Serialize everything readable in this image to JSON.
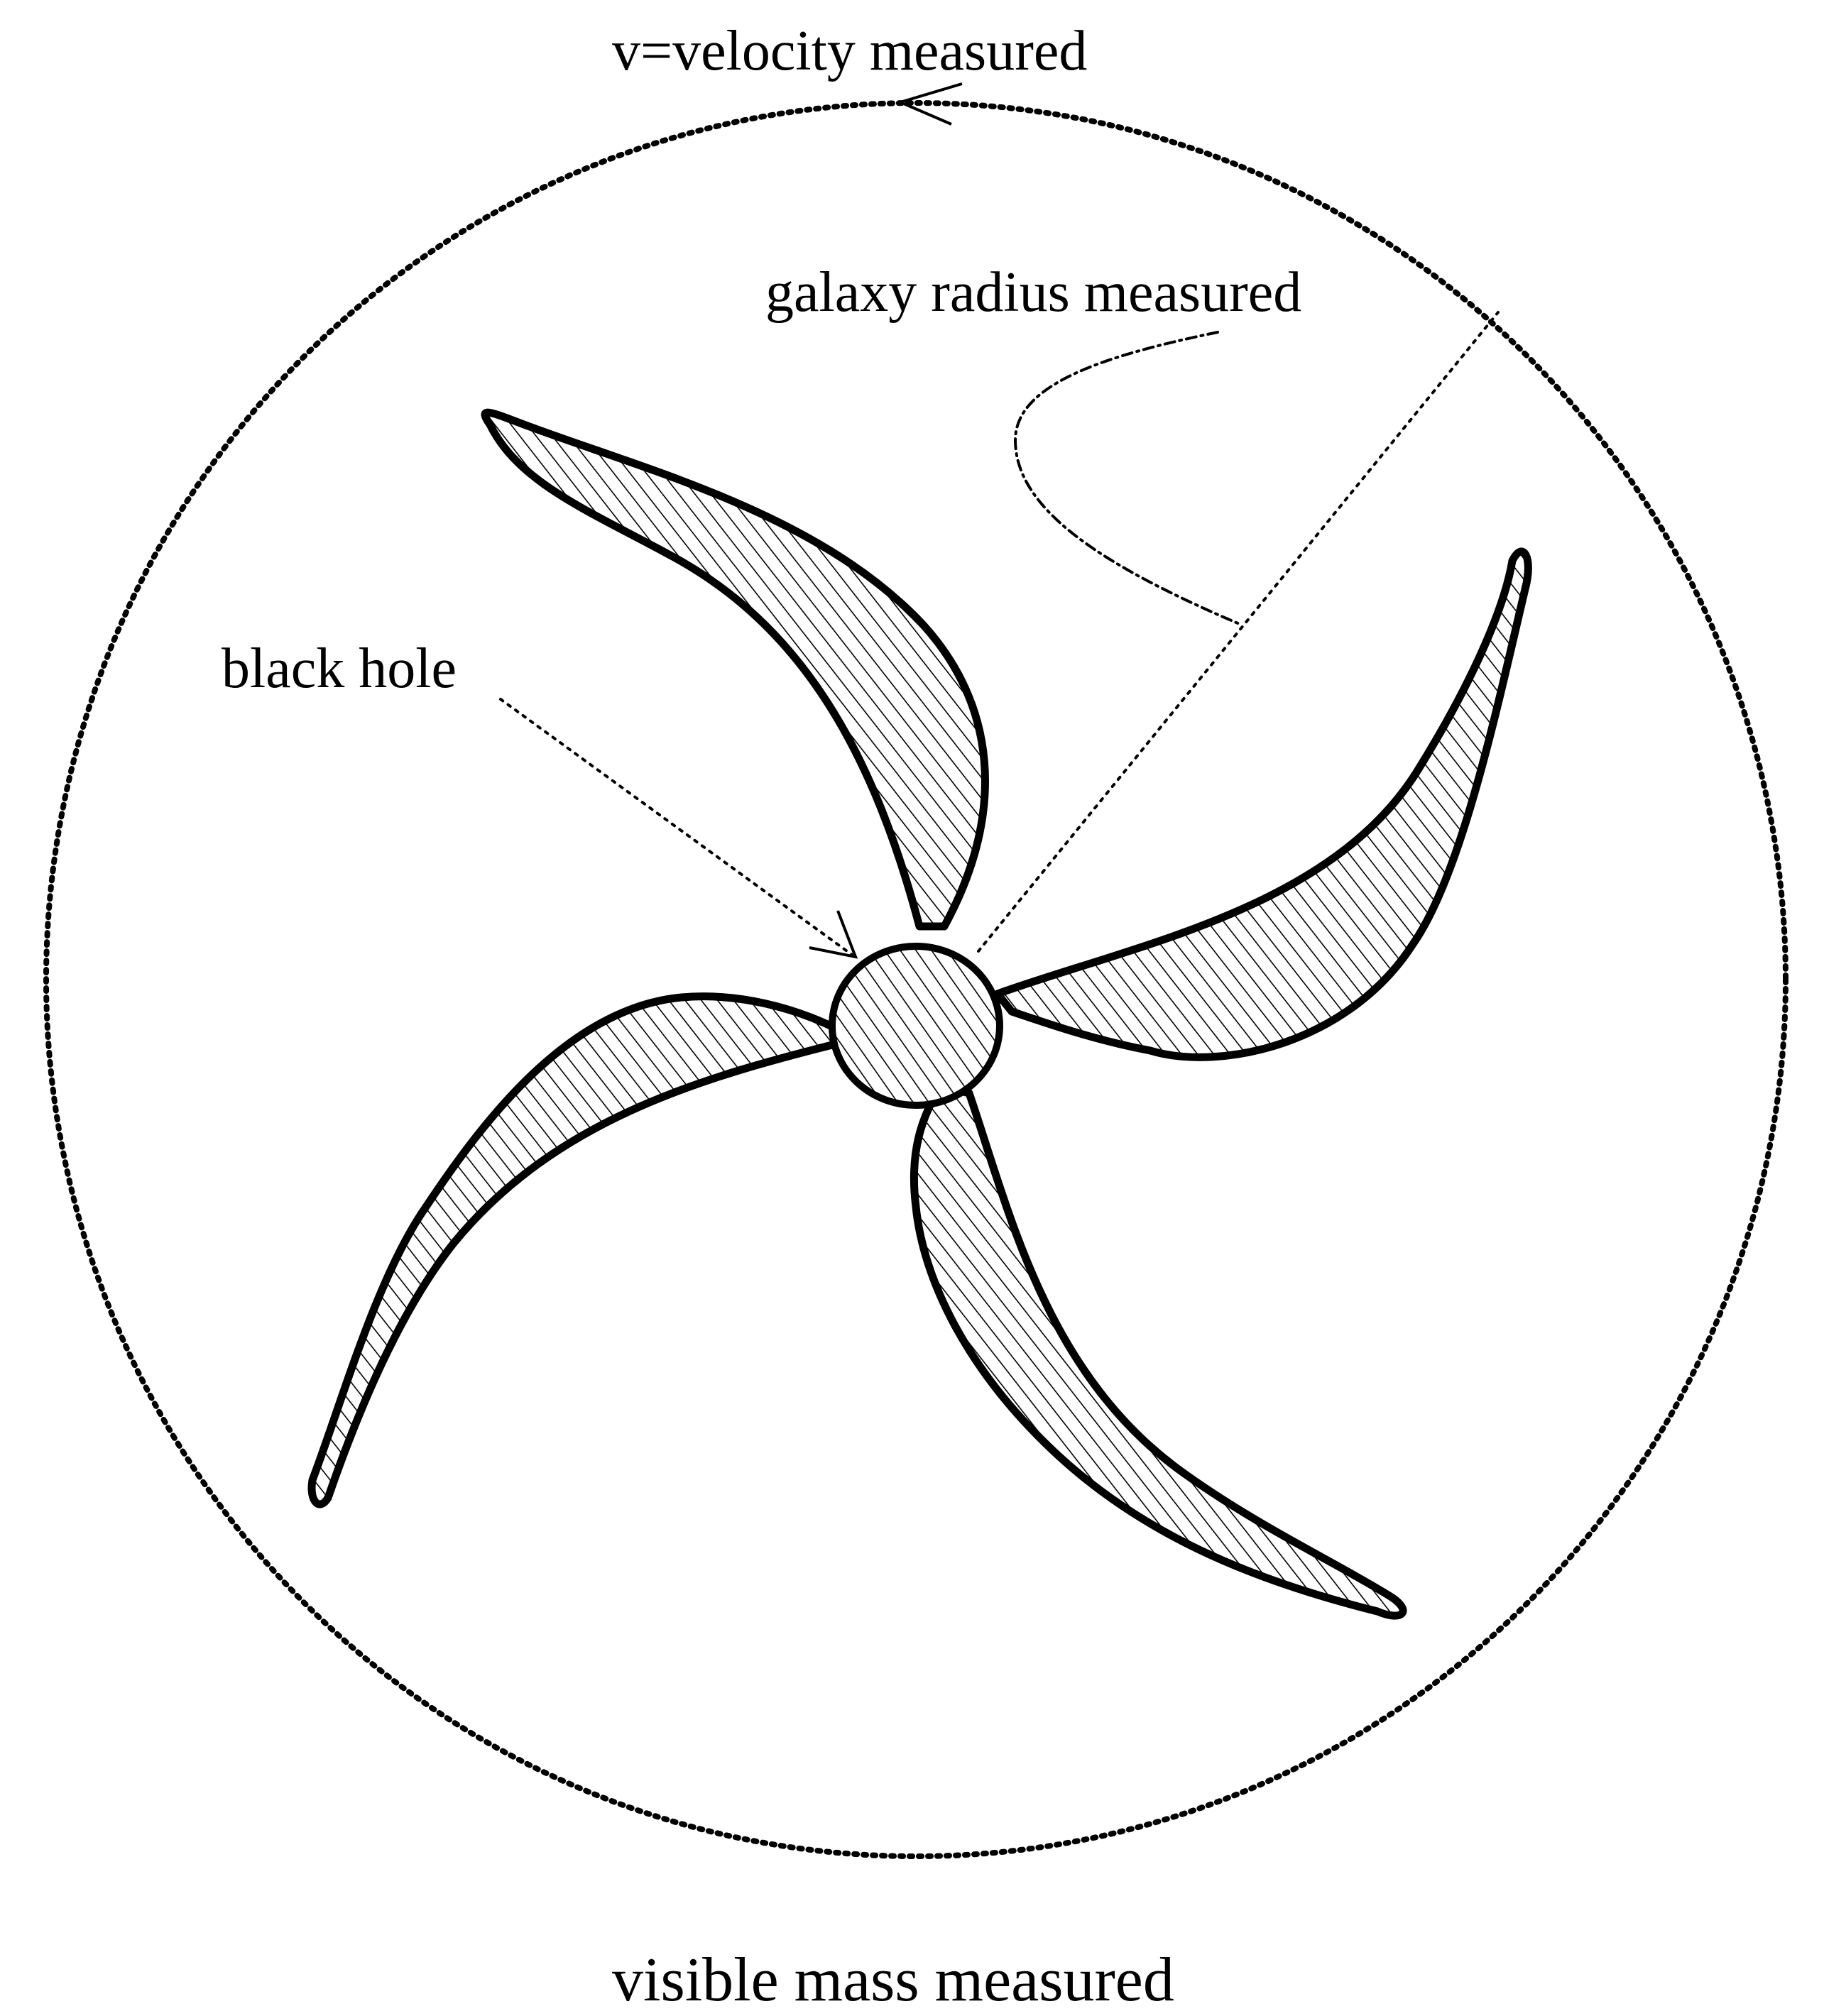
{
  "labels": {
    "velocity": "v=velocity measured",
    "radius": "galaxy radius measured",
    "black_hole": "black hole",
    "visible_mass": "visible mass measured"
  },
  "colors": {
    "ink": "#000000",
    "background": "#ffffff"
  }
}
